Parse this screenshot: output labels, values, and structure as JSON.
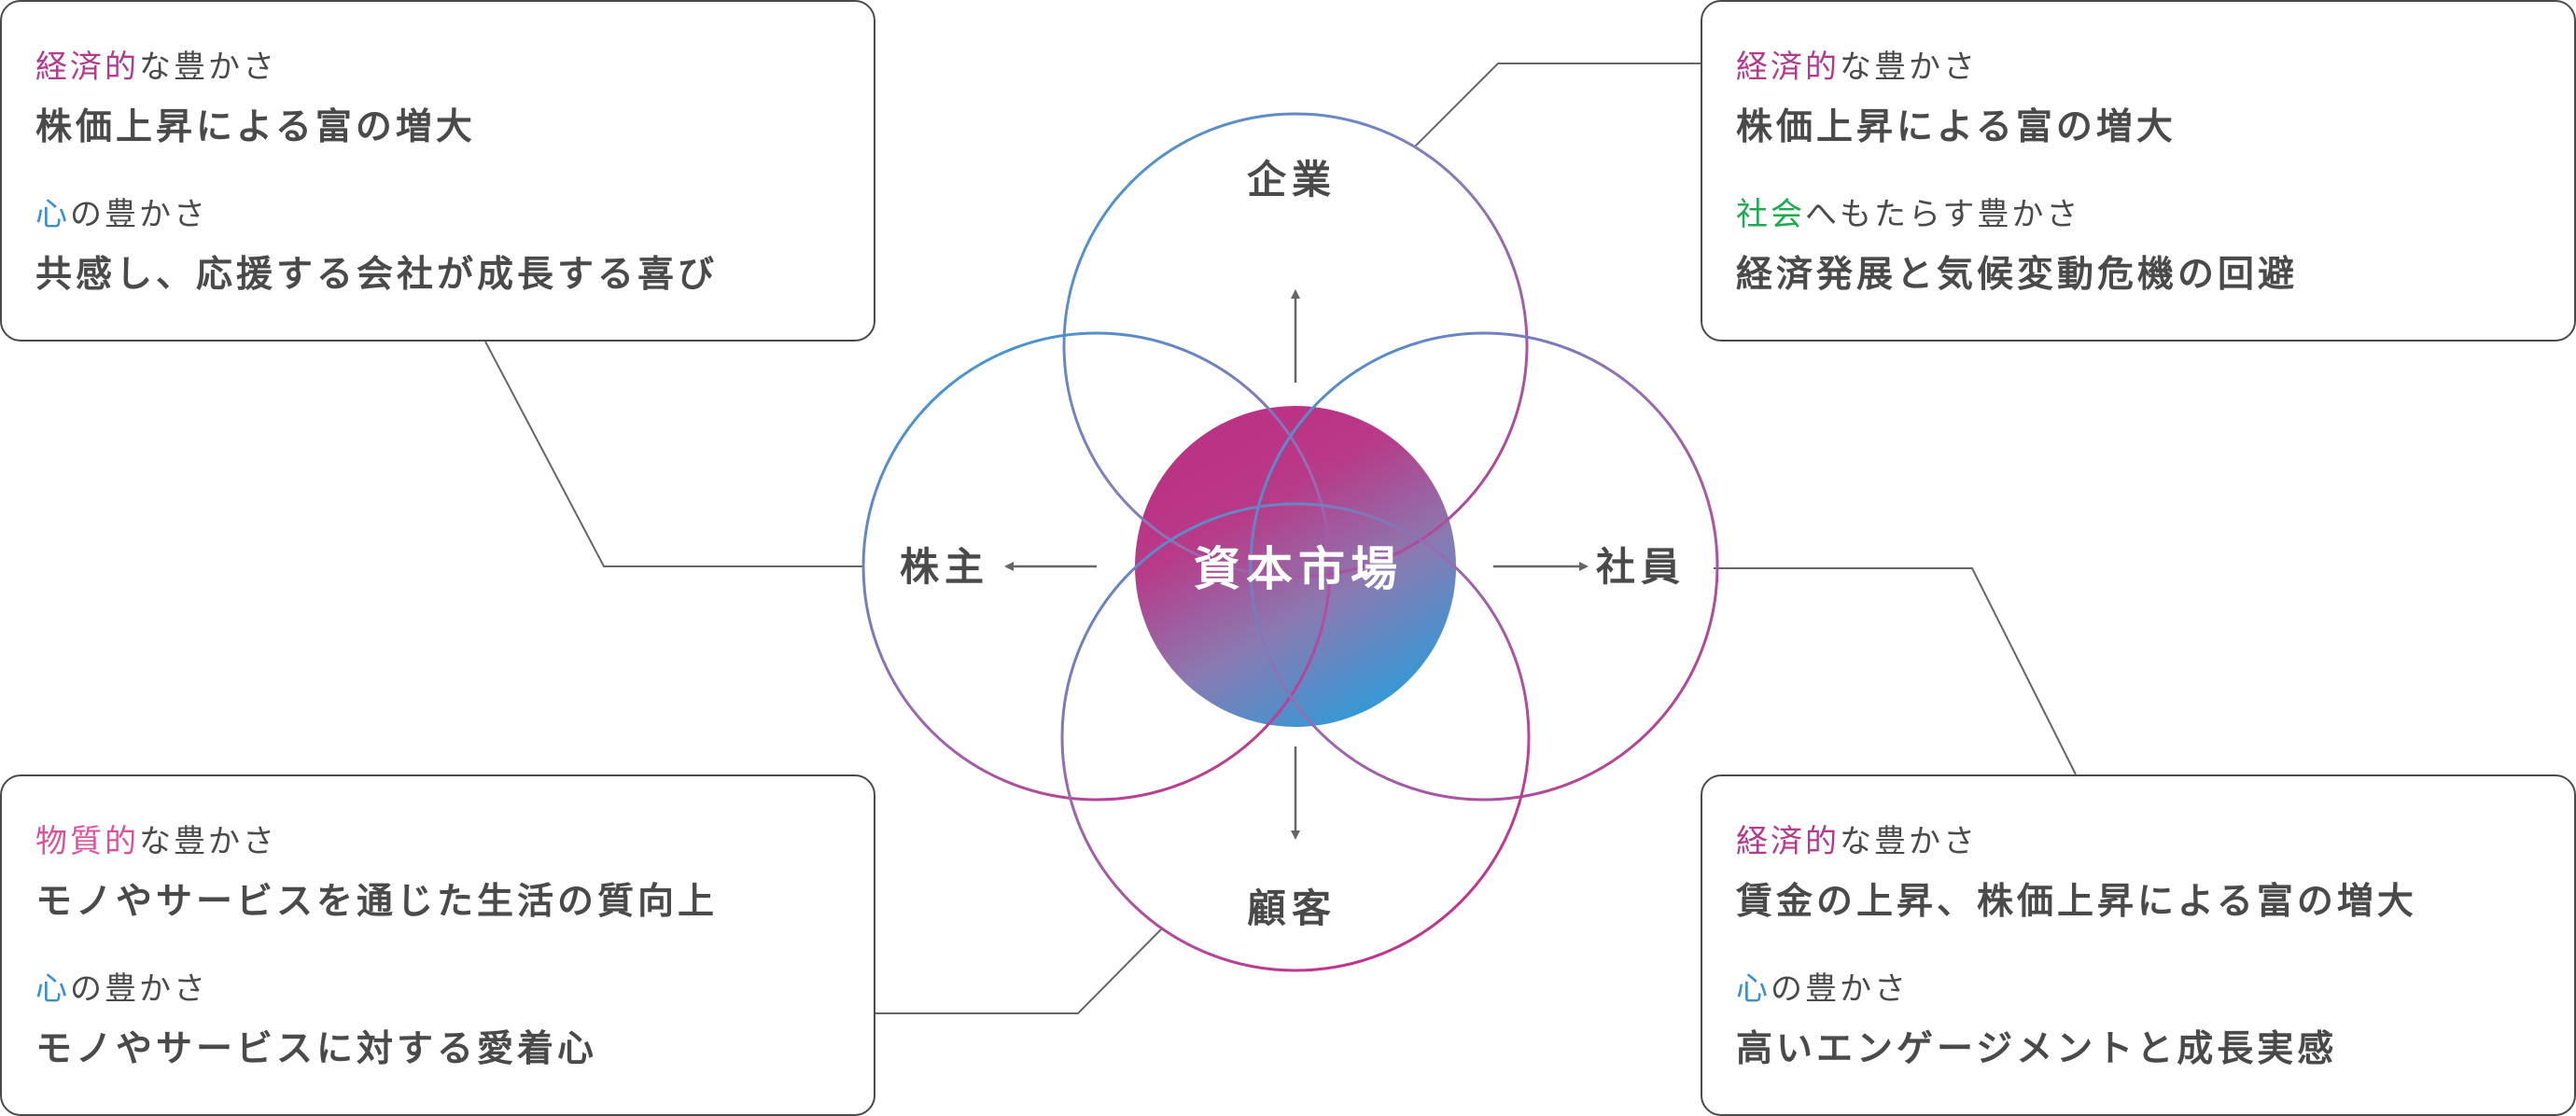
{
  "center": {
    "label": "資本市場"
  },
  "stakeholders": {
    "top": "企業",
    "left": "株主",
    "right": "社員",
    "bottom": "顧客"
  },
  "cards": {
    "shareholders": {
      "sections": [
        {
          "accent": "経済的",
          "suffix": "な豊かさ",
          "accent_color": "econ",
          "description": "株価上昇による富の増大"
        },
        {
          "accent": "心",
          "suffix": "の豊かさ",
          "accent_color": "heart",
          "description": "共感し、応援する会社が成長する喜び"
        }
      ]
    },
    "company": {
      "sections": [
        {
          "accent": "経済的",
          "suffix": "な豊かさ",
          "accent_color": "econ",
          "description": "株価上昇による富の増大"
        },
        {
          "accent": "社会",
          "suffix": "へもたらす豊かさ",
          "accent_color": "society",
          "description": "経済発展と気候変動危機の回避"
        }
      ]
    },
    "customers": {
      "sections": [
        {
          "accent": "物質的",
          "suffix": "な豊かさ",
          "accent_color": "material",
          "description": "モノやサービスを通じた生活の質向上"
        },
        {
          "accent": "心",
          "suffix": "の豊かさ",
          "accent_color": "heart",
          "description": "モノやサービスに対する愛着心"
        }
      ]
    },
    "employees": {
      "sections": [
        {
          "accent": "経済的",
          "suffix": "な豊かさ",
          "accent_color": "econ",
          "description": "賃金の上昇、株価上昇による富の増大"
        },
        {
          "accent": "心",
          "suffix": "の豊かさ",
          "accent_color": "heart",
          "description": "高いエンゲージメントと成長実感"
        }
      ]
    }
  },
  "colors": {
    "econ": "#b33a8f",
    "material": "#e0509a",
    "heart": "#3d8fcc",
    "society": "#1eaa4e",
    "gradient_magenta": "#bb3385",
    "gradient_blue": "#3399d6",
    "text": "#4a4a4a",
    "connector": "#666666"
  }
}
